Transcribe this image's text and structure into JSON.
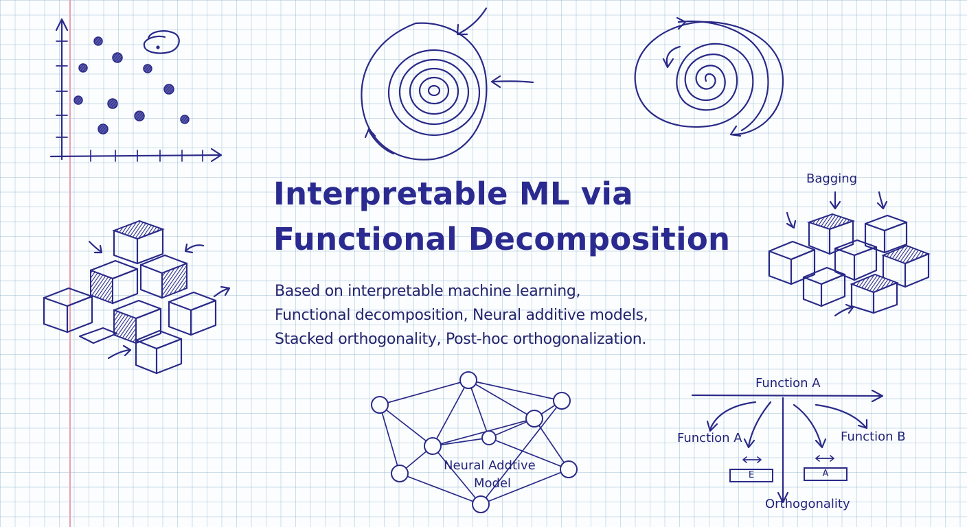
{
  "title_lines": [
    "Interpretable ML via",
    "Functional Decomposition"
  ],
  "subtitle_lines": [
    "Based on interpretable machine learning,",
    "Functional decomposition, Neural additive models,",
    "Stacked orthogonality, Post-hoc orthogonalization."
  ],
  "bagging": {
    "label": "Bagging"
  },
  "network": {
    "label_line1": "Neural Addtive",
    "label_line2": "Model"
  },
  "decomposition": {
    "top_label": "Function A",
    "left_label": "Function A",
    "right_label": "Function B",
    "box_left": "E",
    "box_right": "A",
    "bottom_label": "Orthogonality"
  },
  "colors": {
    "ink": "#2a2a88",
    "grid": "#a8c8dc",
    "margin": "#e8a0b0",
    "paper": "#fbfdfe"
  },
  "icons": [
    "scatter-plot-icon",
    "spiral-icon",
    "double-spiral-icon",
    "cube-stack-icon",
    "bagging-cubes-icon",
    "neural-network-icon",
    "decomposition-diagram-icon"
  ]
}
